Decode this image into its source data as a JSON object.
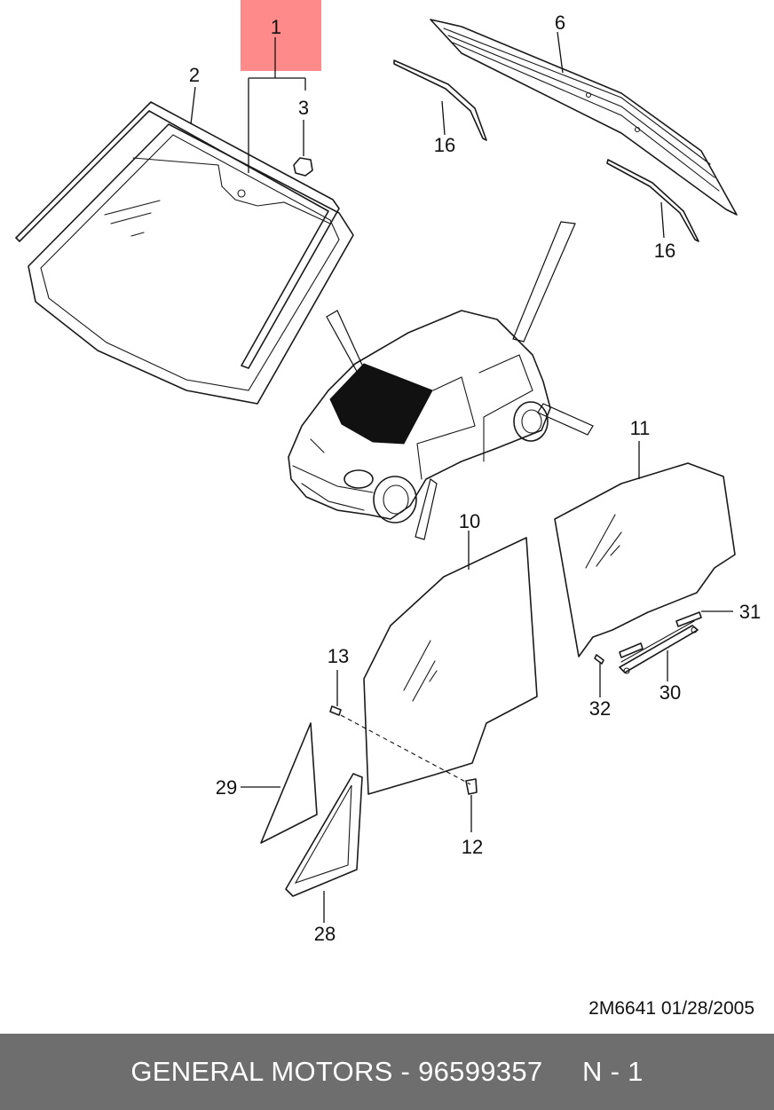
{
  "callouts": {
    "c1": "1",
    "c2": "2",
    "c3": "3",
    "c6": "6",
    "c16a": "16",
    "c16b": "16",
    "c11": "11",
    "c10": "10",
    "c31": "31",
    "c13": "13",
    "c32": "32",
    "c30": "30",
    "c29": "29",
    "c12": "12",
    "c28": "28"
  },
  "diagram_code": "2M6641  01/28/2005",
  "footer": {
    "brand": "GENERAL MOTORS",
    "separator": " - ",
    "part_number": "96599357",
    "spacer": "     ",
    "page": "N - 1"
  },
  "colors": {
    "highlight": "#ff8a8a",
    "footer_bg": "#6e6e6e",
    "footer_text": "#ffffff"
  }
}
